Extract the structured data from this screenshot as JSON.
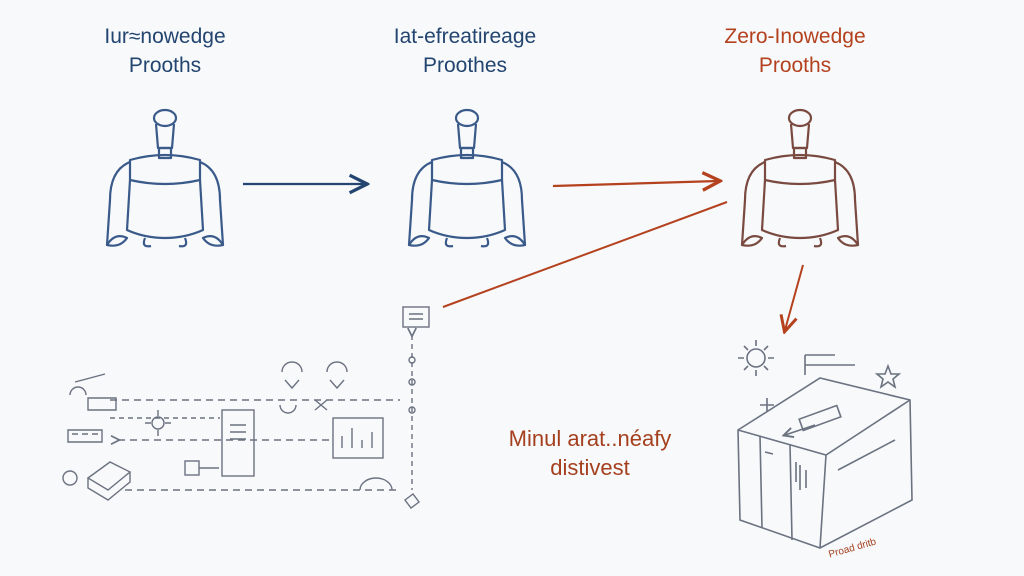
{
  "stages": [
    {
      "title_line1": "Iur≈nowedge",
      "title_line2": "Prooths",
      "color": "#23456f"
    },
    {
      "title_line1": "Iat-efreatireage",
      "title_line2": "Proothes",
      "color": "#23456f"
    },
    {
      "title_line1": "Zero-Inowedge",
      "title_line2": "Prooths",
      "color": "#b5421f"
    }
  ],
  "note": {
    "line1": "Minul arat..néafy",
    "line2": "distivest"
  },
  "box_label": "Proad dritb",
  "colors": {
    "blue": "#23456f",
    "red": "#b5421f",
    "brown": "#7a4a40",
    "gray": "#6b7280"
  }
}
